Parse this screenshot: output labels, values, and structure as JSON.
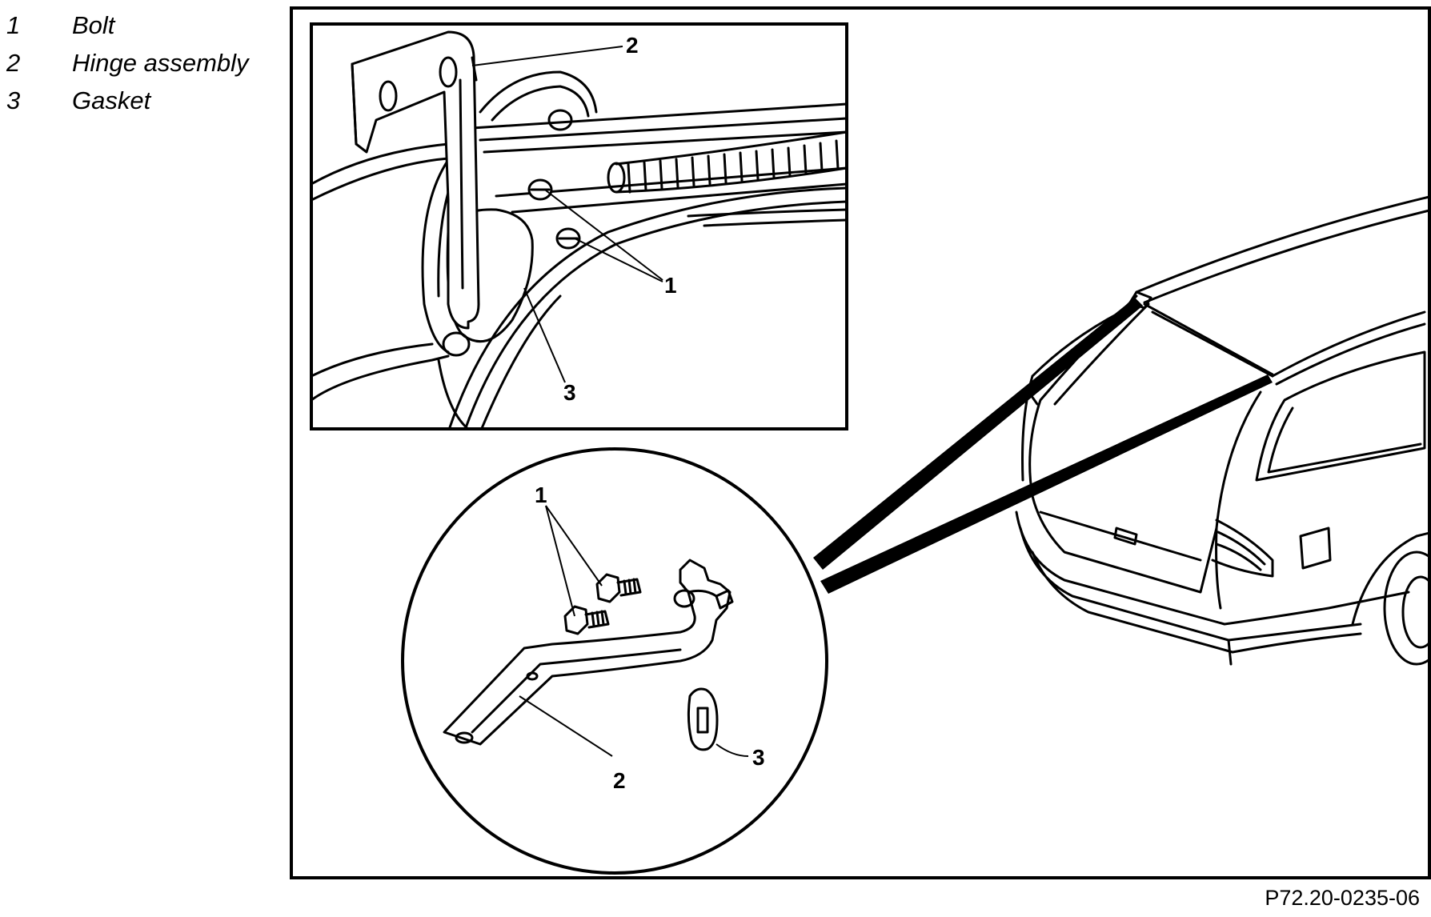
{
  "legend": [
    {
      "number": "1",
      "label": "Bolt"
    },
    {
      "number": "2",
      "label": "Hinge assembly"
    },
    {
      "number": "3",
      "label": "Gasket"
    }
  ],
  "callouts": {
    "inset_hinge": "2",
    "inset_bolts": "1",
    "inset_gasket": "3",
    "circle_bolts": "1",
    "circle_hinge": "2",
    "circle_gasket": "3"
  },
  "figure_reference": "P72.20-0235-06",
  "colors": {
    "line": "#000000",
    "background": "#ffffff"
  }
}
